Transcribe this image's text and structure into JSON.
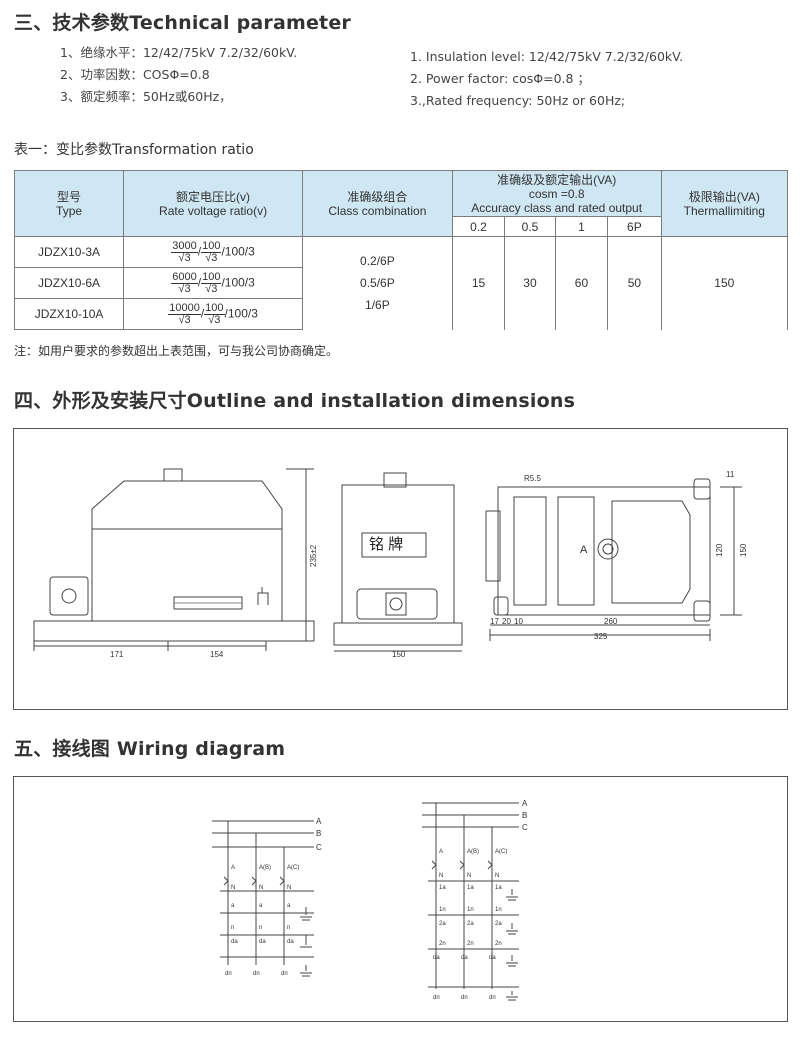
{
  "sections": {
    "s3": "三、技术参数Technical parameter",
    "s4": "四、外形及安装尺寸Outline and installation dimensions",
    "s5": "五、接线图 Wiring diagram"
  },
  "params_cn": [
    "1、绝缘水平：12/42/75kV 7.2/32/60kV.",
    "2、功率因数：COSΦ=0.8",
    "3、额定频率：50Hz或60Hz，"
  ],
  "params_en": [
    "1. Insulation level: 12/42/75kV 7.2/32/60kV.",
    "2. Power factor: cosΦ=0.8 ；",
    "3.,Rated frequency: 50Hz or 60Hz;"
  ],
  "table": {
    "title": "表一：变比参数Transformation ratio",
    "headers": {
      "type_cn": "型号",
      "type_en": "Type",
      "ratio_cn": "额定电压比(v)",
      "ratio_en": "Rate voltage ratio(v)",
      "class_cn": "准确级组合",
      "class_en": "Class combination",
      "acc_cn": "准确级及额定输出(VA)",
      "acc_cos": "cosm =0.8",
      "acc_en": "Accuracy class and rated output",
      "limit_cn": "极限输出(VA)",
      "limit_en": "Thermallimiting",
      "sub": [
        "0.2",
        "0.5",
        "1",
        "6P"
      ]
    },
    "rows": [
      {
        "type": "JDZX10-3A",
        "num": "3000",
        "num2": "100",
        "den": "√3",
        "tail": "/100/3"
      },
      {
        "type": "JDZX10-6A",
        "num": "6000",
        "num2": "100",
        "den": "√3",
        "tail": "/100/3"
      },
      {
        "type": "JDZX10-10A",
        "num": "10000",
        "num2": "100",
        "den": "√3",
        "tail": "/100/3"
      }
    ],
    "classes": [
      "0.2/6P",
      "0.5/6P",
      "1/6P"
    ],
    "outputs": [
      "15",
      "30",
      "60",
      "50"
    ],
    "limit": "150",
    "slash": "/"
  },
  "note": "注：如用户要求的参数超出上表范围，可与我公司协商确定。",
  "outline": {
    "nameplate": "铭 牌",
    "dims": [
      "171",
      "154",
      "150",
      "235±2",
      "R5.5",
      "11",
      "120",
      "150",
      "17",
      "20",
      "10",
      "260",
      "325",
      "A"
    ]
  },
  "wiring": {
    "buses": [
      "A",
      "B",
      "C"
    ],
    "left_labels": [
      "A",
      "A(B)",
      "A(C)",
      "N",
      "N",
      "N",
      "a",
      "a",
      "a",
      "n",
      "n",
      "n",
      "da",
      "da",
      "da",
      "dn",
      "dn",
      "dn"
    ],
    "right_labels": [
      "A",
      "A(B)",
      "A(C)",
      "N",
      "N",
      "N",
      "1a",
      "1a",
      "1a",
      "1n",
      "1n",
      "1n",
      "2a",
      "2a",
      "2a",
      "2n",
      "2n",
      "2n",
      "da",
      "da",
      "da",
      "dn",
      "dn",
      "dn"
    ]
  }
}
